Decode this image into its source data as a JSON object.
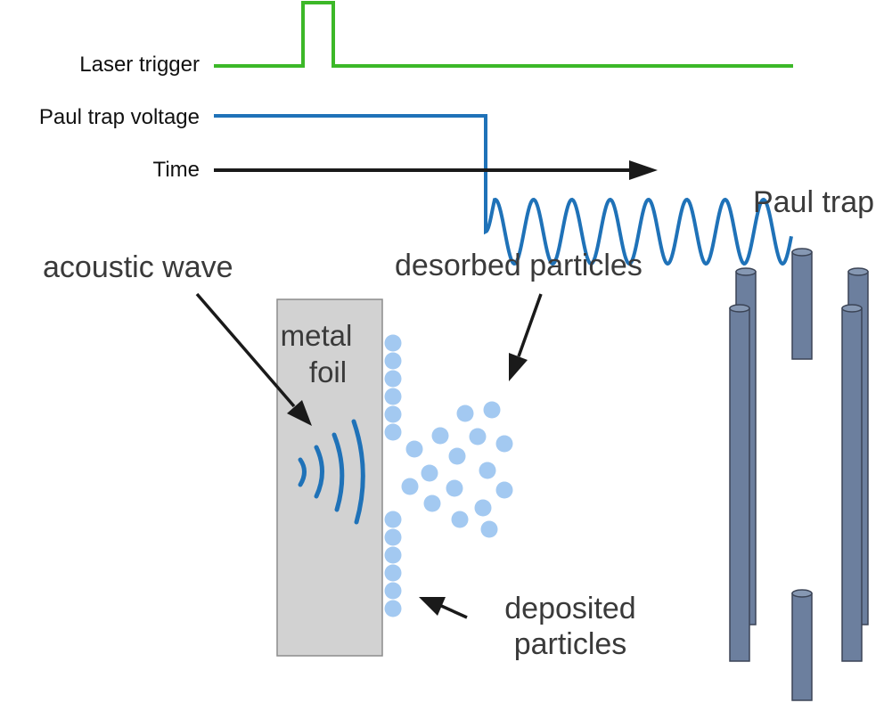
{
  "timing": {
    "laser_trigger": "Laser trigger",
    "paul_trap_voltage": "Paul trap voltage",
    "time": "Time"
  },
  "labels": {
    "acoustic_wave": "acoustic wave",
    "metal_foil_line1": "metal",
    "metal_foil_line2": "foil",
    "desorbed_particles": "desorbed particles",
    "deposited_line1": "deposited",
    "deposited_line2": "particles",
    "paul_trap": "Paul trap"
  },
  "colors": {
    "laser_signal": "#3cb828",
    "trap_signal": "#1f72b8",
    "time_axis": "#1a1a1a",
    "foil_fill": "#d2d2d2",
    "foil_edge": "#8c8c8c",
    "acoustic_wave": "#1f72b8",
    "particle": "#a3c9f1",
    "rod_body": "#6c7f9e",
    "rod_edge": "#3b4456",
    "rod_top": "#8698b3",
    "arrow": "#1a1a1a"
  }
}
